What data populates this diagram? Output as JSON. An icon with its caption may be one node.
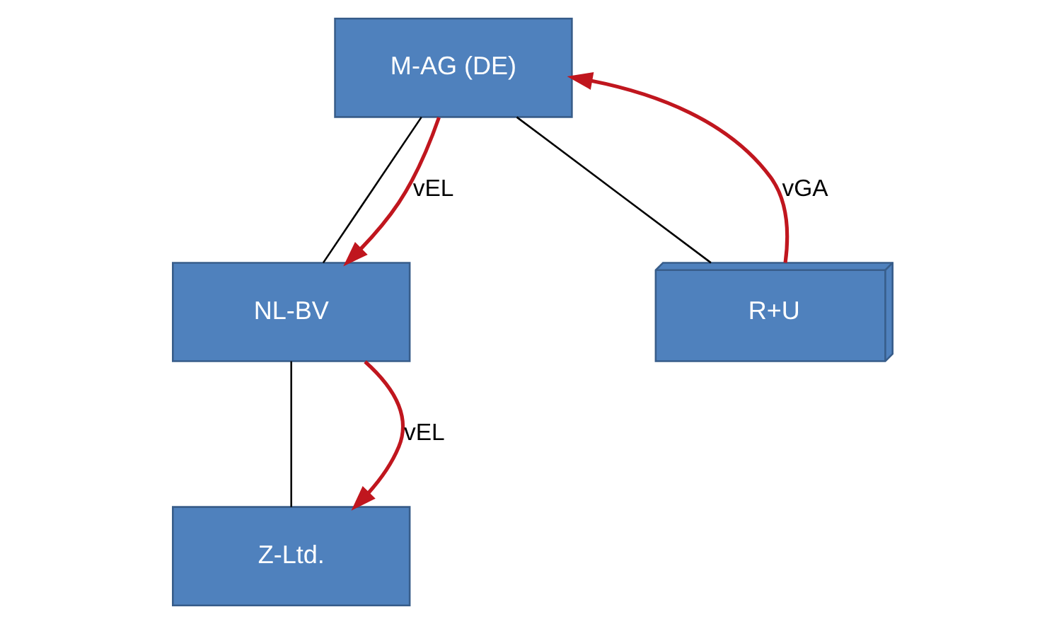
{
  "diagram": {
    "nodes": [
      {
        "text": [
          "M-AG (DE)"
        ]
      },
      {
        "text": [
          "NL-BV"
        ]
      },
      {
        "text": [
          "R+U"
        ]
      },
      {
        "text": [
          "Z-Ltd."
        ]
      }
    ],
    "edges": [
      {
        "from": 0,
        "to": 1,
        "arrow": "none"
      },
      {
        "from": 0,
        "to": 2,
        "arrow": "none"
      },
      {
        "from": 1,
        "to": 3,
        "arrow": "none"
      },
      {
        "from": 0,
        "to": 1,
        "arrow": "to",
        "label": "vEL",
        "color": "#c0161e"
      },
      {
        "from": 2,
        "to": 0,
        "arrow": "to",
        "label": "vGA",
        "color": "#c0161e"
      },
      {
        "from": 1,
        "to": 3,
        "arrow": "to",
        "label": "vEL",
        "color": "#c0161e"
      }
    ]
  }
}
